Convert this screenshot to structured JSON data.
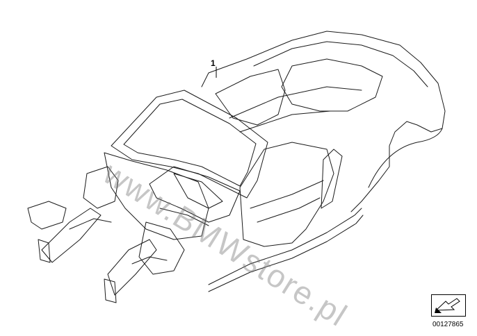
{
  "diagram": {
    "callout_number": "1",
    "watermark_text": "www.BMWstore.pl",
    "image_number": "00127865",
    "nav_icon": "arrow-down-left-icon",
    "line_color": "#1a1a1a",
    "watermark_color": "#808080"
  }
}
